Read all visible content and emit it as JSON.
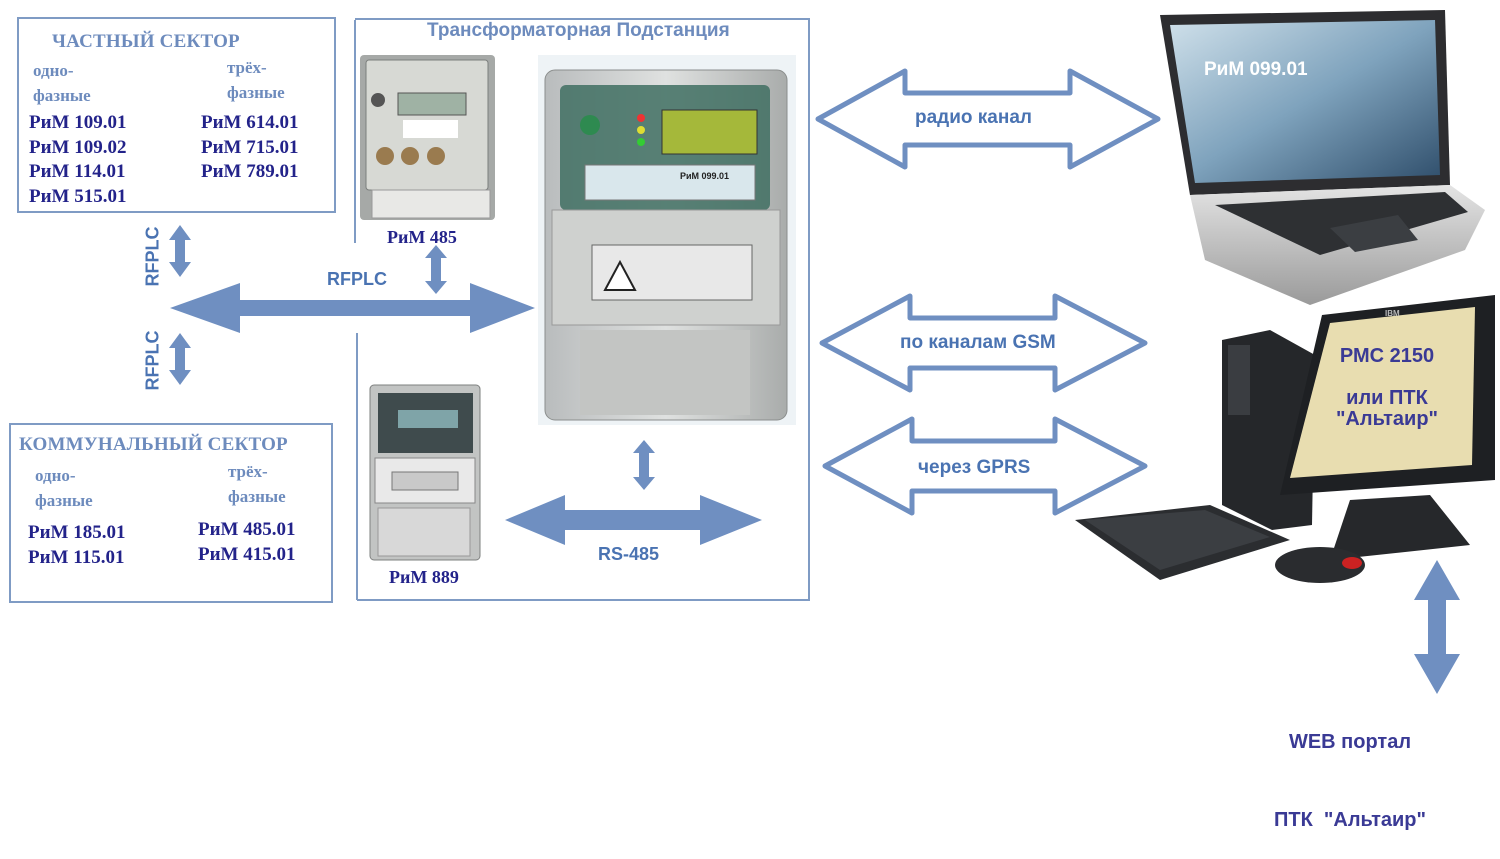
{
  "private_sector": {
    "title": "ЧАСТНЫЙ СЕКТОР",
    "single_phase": [
      "одно-",
      "фазные"
    ],
    "three_phase": [
      "трёх-",
      "фазные"
    ],
    "single_models": [
      "РиМ 109.01",
      "РиМ 109.02",
      "РиМ 114.01",
      "РиМ 515.01"
    ],
    "three_models": [
      "РиМ 614.01",
      "РиМ 715.01",
      "РиМ 789.01"
    ]
  },
  "communal_sector": {
    "title": "КОММУНАЛЬНЫЙ СЕКТОР",
    "single_phase": [
      "одно-",
      "фазные"
    ],
    "three_phase": [
      "трёх-",
      "фазные"
    ],
    "single_models": [
      "РиМ 185.01",
      "РиМ 115.01"
    ],
    "three_models": [
      "РиМ 485.01",
      "РиМ 415.01"
    ]
  },
  "substation": {
    "title": "Трансформаторная Подстанция",
    "meter_top_label": "РиМ 485",
    "meter_bottom_label": "РиМ 889",
    "concentrator_label": "РиМ 099.01"
  },
  "links": {
    "rfplc_vertical_top": "RFPLC",
    "rfplc_vertical_bottom": "RFPLC",
    "rfplc_horizontal": "RFPLC",
    "rs485": "RS-485",
    "radio": "радио канал",
    "gsm": "по каналам GSM",
    "gprs": "через GPRS"
  },
  "laptop": {
    "screen_text": "РиМ 099.01"
  },
  "desktop": {
    "brand": "IBM",
    "screen_lines": [
      "РМС 2150",
      "",
      "или ПТК",
      "\"Альтаир\""
    ]
  },
  "web_portal": {
    "lines": [
      "WEB портал",
      "ПТК  \"Альтаир\""
    ]
  },
  "colors": {
    "arrow": "#6f8fc1",
    "border": "#7f9bc4",
    "title": "#6d8bbd",
    "model": "#23238a"
  }
}
